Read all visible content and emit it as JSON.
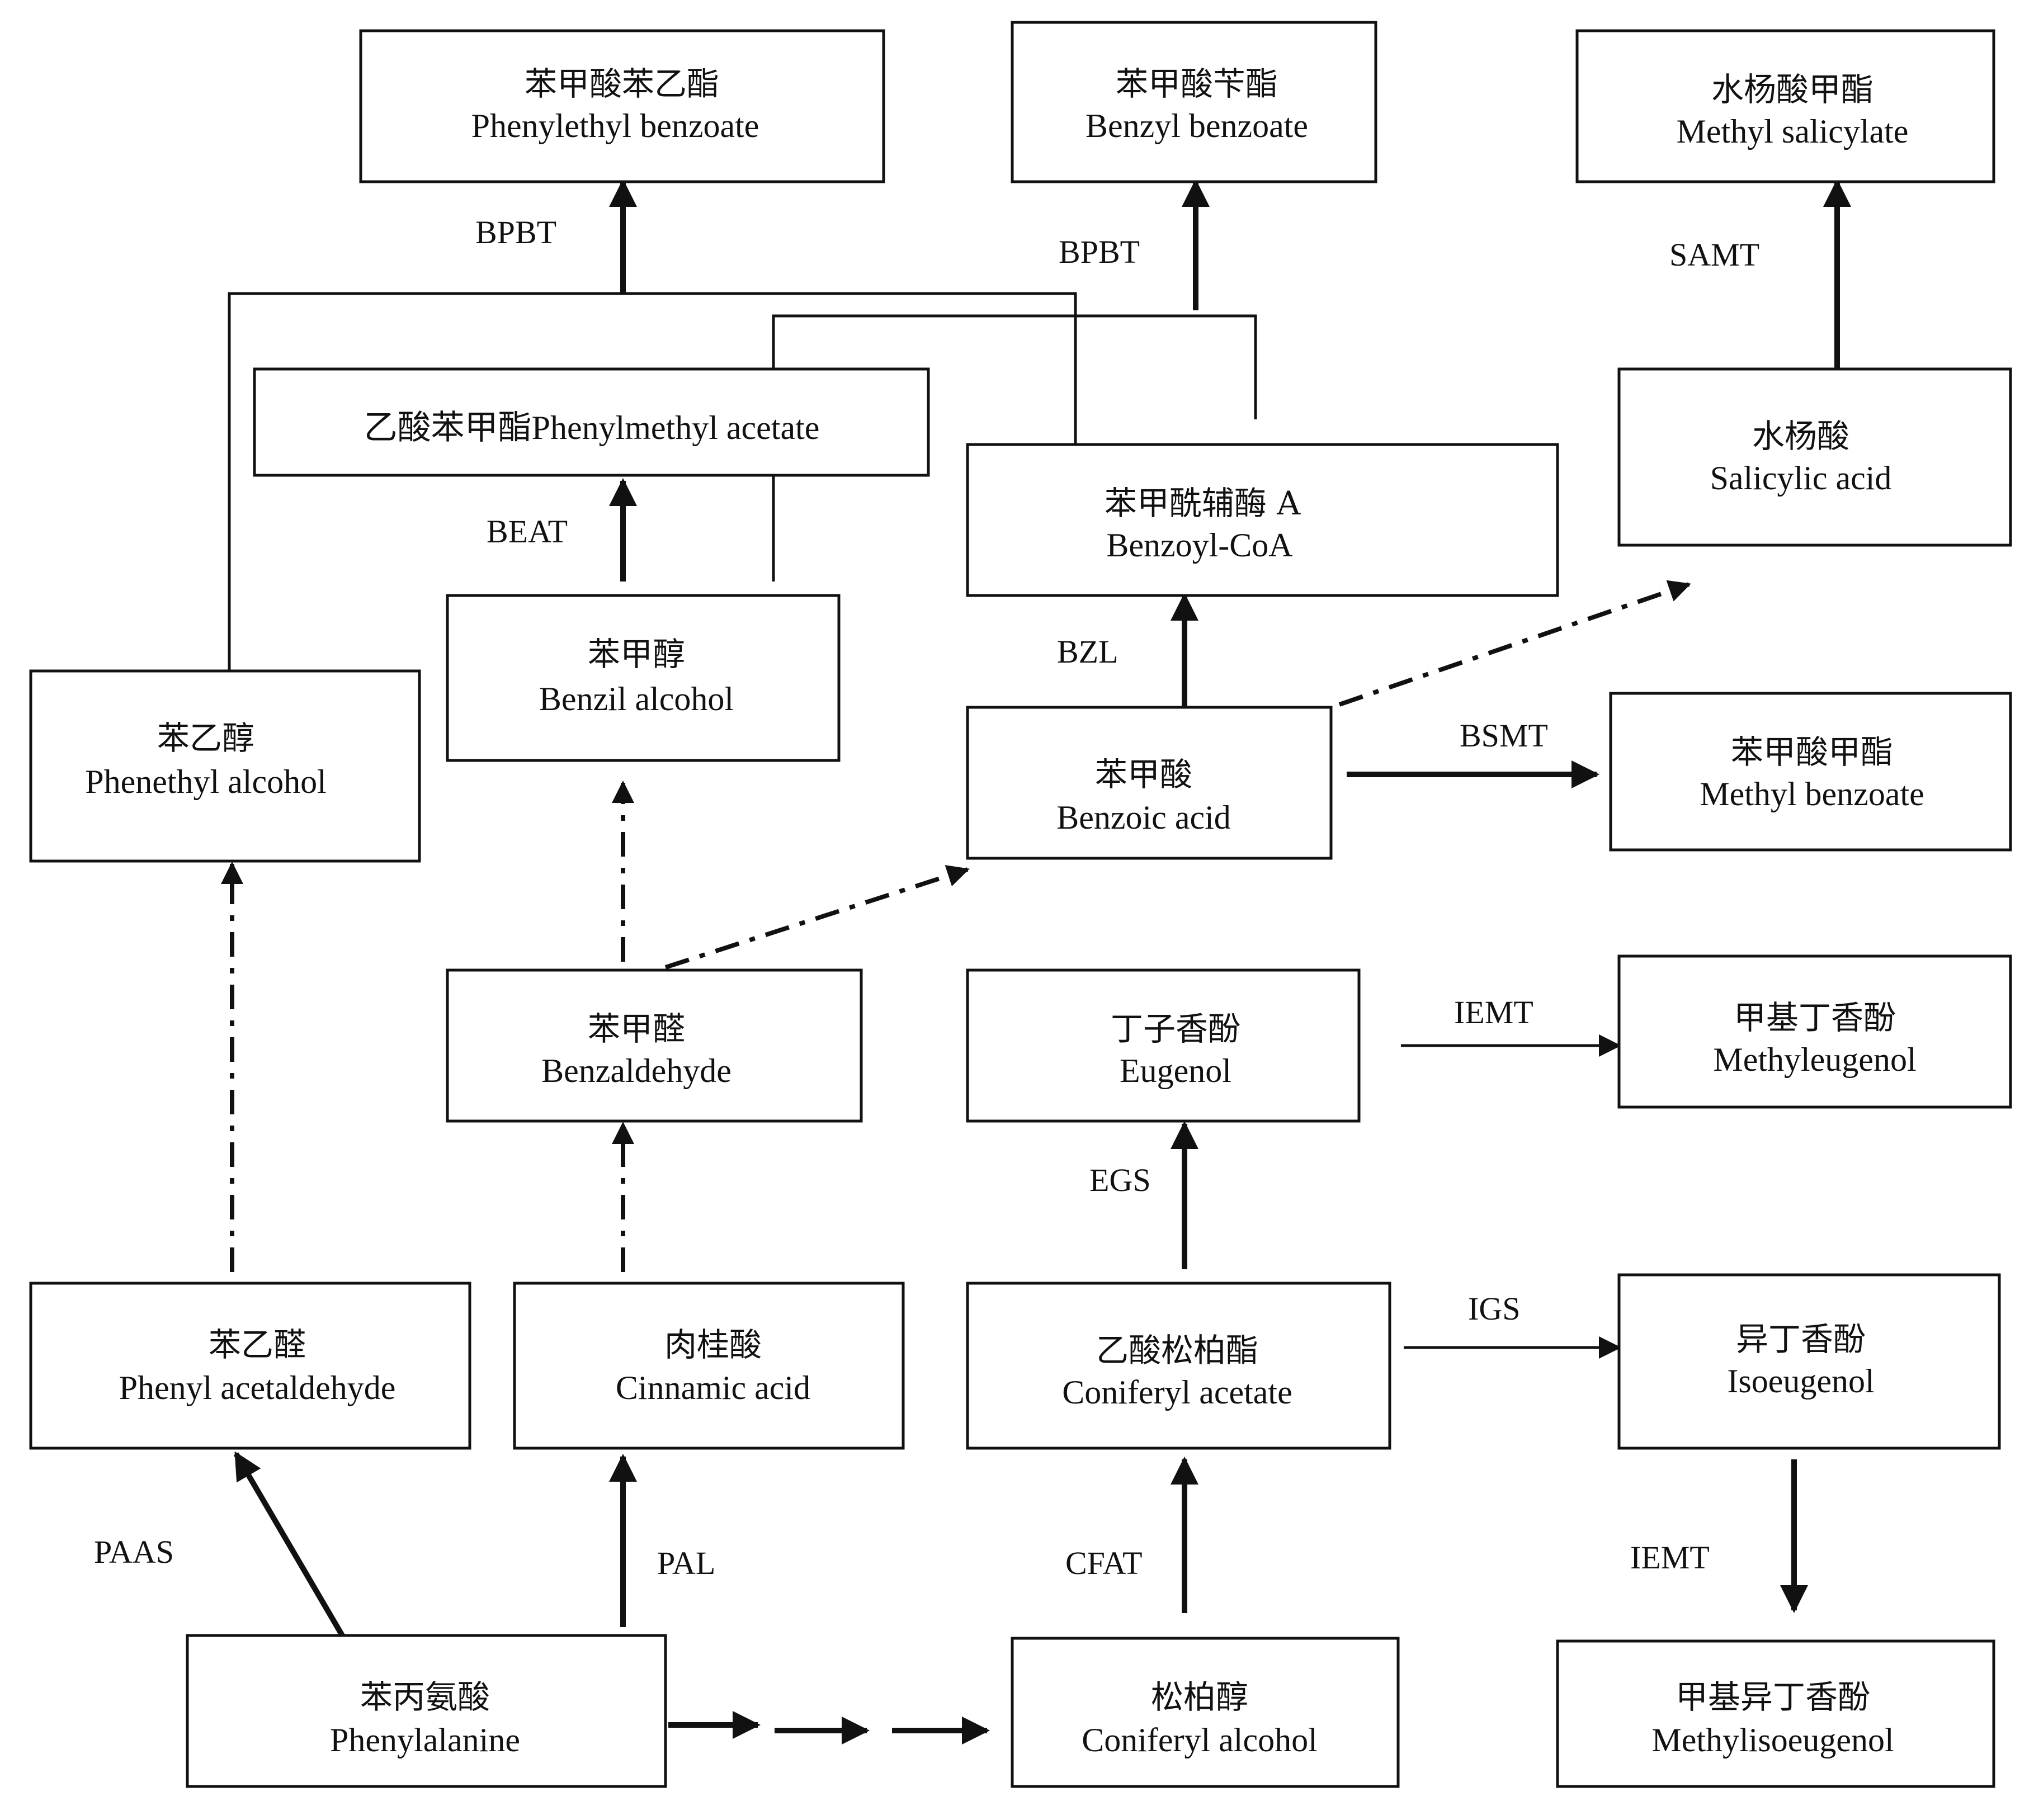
{
  "nodes": {
    "phenylethyl_benzoate": {
      "cn": "苯甲酸苯乙酯",
      "en": "Phenylethyl benzoate"
    },
    "benzyl_benzoate": {
      "cn": "苯甲酸苄酯",
      "en": "Benzyl benzoate"
    },
    "methyl_salicylate": {
      "cn": "水杨酸甲酯",
      "en": "Methyl salicylate"
    },
    "phenylmethyl_acetate": {
      "label": "乙酸苯甲酯Phenylmethyl acetate"
    },
    "benzoyl_coa": {
      "cn": "苯甲酰辅酶  A",
      "en": "Benzoyl-CoA"
    },
    "salicylic_acid": {
      "cn": "水杨酸",
      "en": "Salicylic acid"
    },
    "benzil_alcohol": {
      "cn": "苯甲醇",
      "en": "Benzil alcohol"
    },
    "phenethyl_alcohol": {
      "cn": "苯乙醇",
      "en": "Phenethyl alcohol"
    },
    "benzoic_acid": {
      "cn": "苯甲酸",
      "en": "Benzoic acid"
    },
    "methyl_benzoate": {
      "cn": "苯甲酸甲酯",
      "en": "Methyl benzoate"
    },
    "benzaldehyde": {
      "cn": "苯甲醛",
      "en": "Benzaldehyde"
    },
    "eugenol": {
      "cn": "丁子香酚",
      "en": "Eugenol"
    },
    "methyleugenol": {
      "cn": "甲基丁香酚",
      "en": "Methyleugenol"
    },
    "phenyl_acetaldehyde": {
      "cn": "苯乙醛",
      "en": "Phenyl acetaldehyde"
    },
    "cinnamic_acid": {
      "cn": "肉桂酸",
      "en": "Cinnamic acid"
    },
    "coniferyl_acetate": {
      "cn": "乙酸松柏酯",
      "en": "Coniferyl acetate"
    },
    "isoeugenol": {
      "cn": "异丁香酚",
      "en": "Isoeugenol"
    },
    "phenylalanine": {
      "cn": "苯丙氨酸",
      "en": "Phenylalanine"
    },
    "coniferyl_alcohol": {
      "cn": "松柏醇",
      "en": "Coniferyl alcohol"
    },
    "methylisoeugenol": {
      "cn": "甲基异丁香酚",
      "en": "Methylisoeugenol"
    }
  },
  "enzymes": {
    "bpbt_1": "BPBT",
    "bpbt_2": "BPBT",
    "samt": "SAMT",
    "beat": "BEAT",
    "bzl": "BZL",
    "bsmt": "BSMT",
    "iemt_1": "IEMT",
    "egs": "EGS",
    "igs": "IGS",
    "paas": "PAAS",
    "pal": "PAL",
    "cfat": "CFAT",
    "iemt_2": "IEMT"
  }
}
